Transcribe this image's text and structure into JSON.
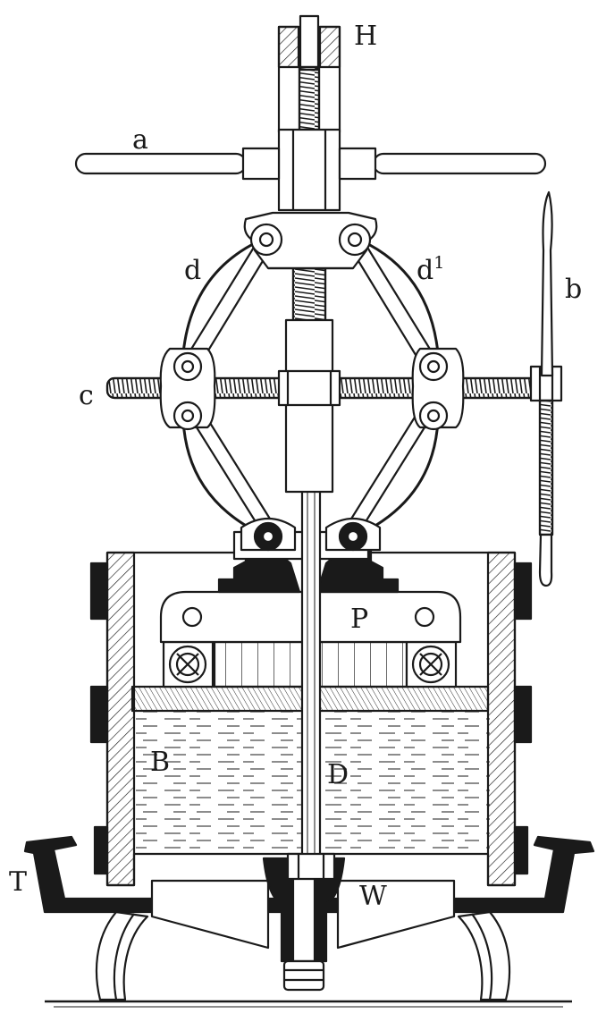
{
  "diagram": {
    "labels": {
      "H": "H",
      "a": "a",
      "b": "b",
      "c": "c",
      "d": "d",
      "d1_base": "d",
      "d1_sup": "1",
      "P": "P",
      "B": "B",
      "D": "D",
      "T": "T",
      "W": "W"
    },
    "colors": {
      "ink": "#1a1a1a",
      "paper": "#ffffff",
      "metal": "#2a2a2a"
    }
  }
}
